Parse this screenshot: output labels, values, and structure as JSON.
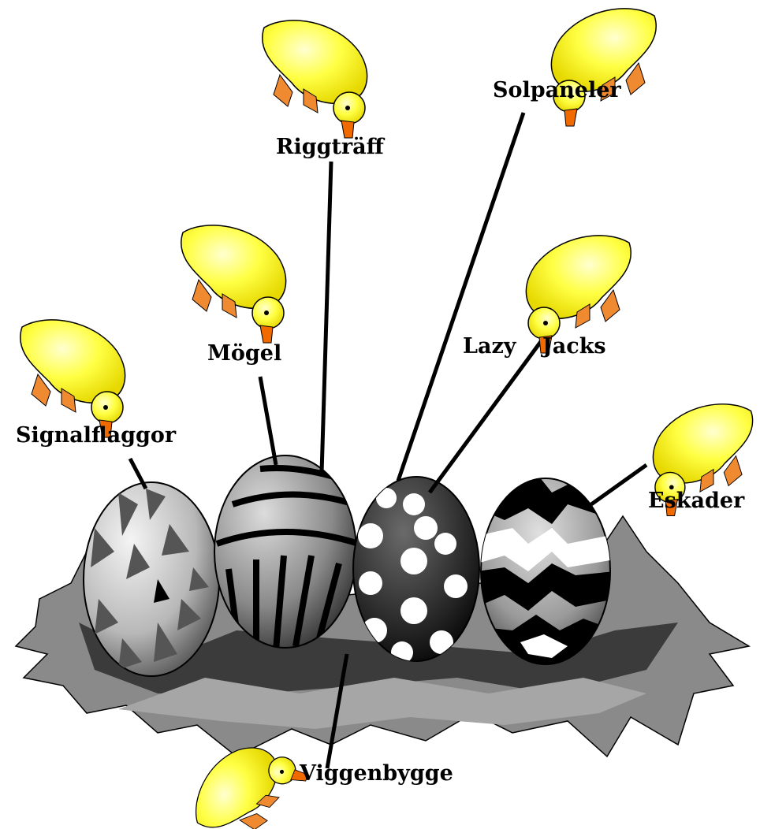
{
  "labels": {
    "signalflaggor": "Signalflaggor",
    "mogel": "Mögel",
    "riggtraff": "Riggträff",
    "solpaneler": "Solpaneler",
    "lazy": "Lazy",
    "jacks": "Jacks",
    "eskader": "Eskader",
    "viggenbygge": "Viggenbygge"
  },
  "colors": {
    "duckling": "#ffff33",
    "beak": "#f06a00",
    "nest_dark": "#3b3b3b",
    "nest_mid": "#7a7a7a",
    "nest_light": "#a6a6a6"
  },
  "icons": [
    "duckling",
    "easter-egg",
    "nest"
  ]
}
